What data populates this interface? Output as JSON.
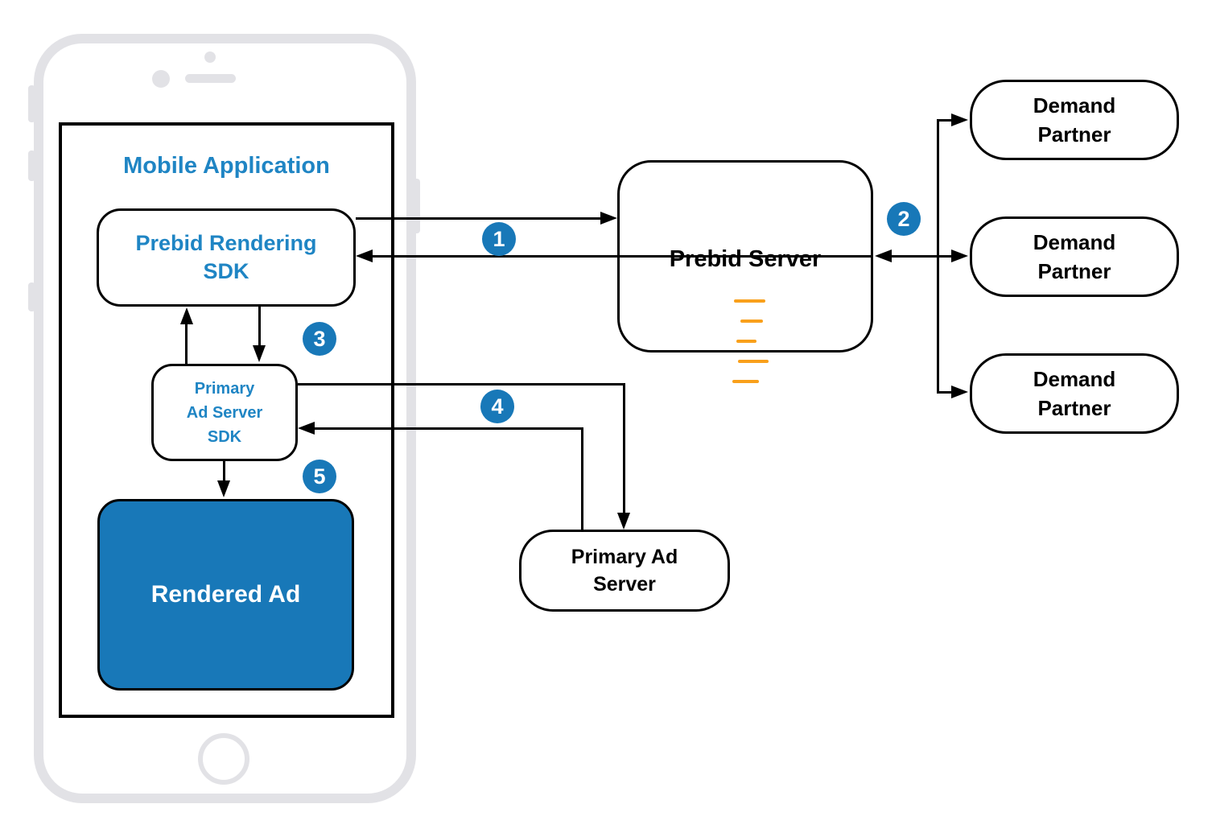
{
  "colors": {
    "blue_fill": "#1878b8",
    "blue_text": "#1f85c4",
    "orange_logo": "#f9a01b",
    "phone_gray": "#e2e2e6",
    "line_black": "#000000"
  },
  "mobile_app": {
    "title": "Mobile Application"
  },
  "nodes": {
    "prebid_rendering_sdk": {
      "label": "Prebid Rendering\nSDK"
    },
    "primary_ad_server_sdk": {
      "label": "Primary\nAd Server\nSDK"
    },
    "rendered_ad": {
      "label": "Rendered Ad"
    },
    "prebid_server": {
      "label": "Prebid Server",
      "logo": "prebid-lines-logo"
    },
    "primary_ad_server": {
      "label": "Primary Ad\nServer"
    },
    "demand_partners": [
      "Demand\nPartner",
      "Demand\nPartner",
      "Demand\nPartner"
    ]
  },
  "steps": [
    "1",
    "2",
    "3",
    "4",
    "5"
  ]
}
